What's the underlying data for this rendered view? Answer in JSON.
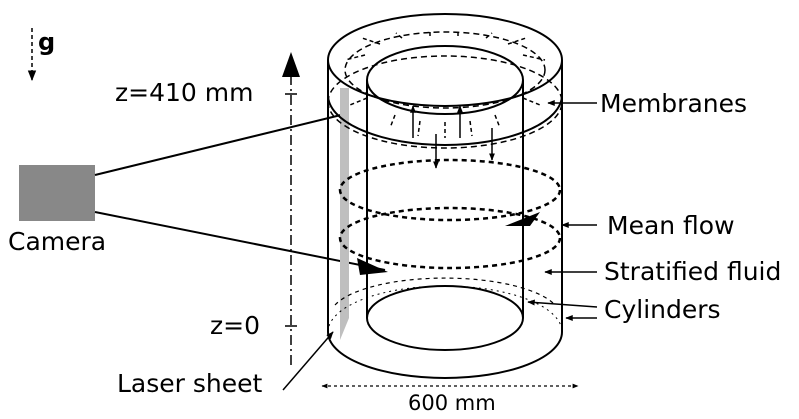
{
  "labels": {
    "gravity": "g",
    "camera": "Camera",
    "z_top": "z=410 mm",
    "z_bottom": "z=0",
    "membranes": "Membranes",
    "mean_flow": "Mean flow",
    "stratified_fluid": "Stratified fluid",
    "cylinders": "Cylinders",
    "laser_sheet": "Laser sheet",
    "diameter": "600 mm"
  },
  "colors": {
    "ink": "#000000",
    "camera_fill": "#888888",
    "laser_fill": "#bfbfbf"
  }
}
